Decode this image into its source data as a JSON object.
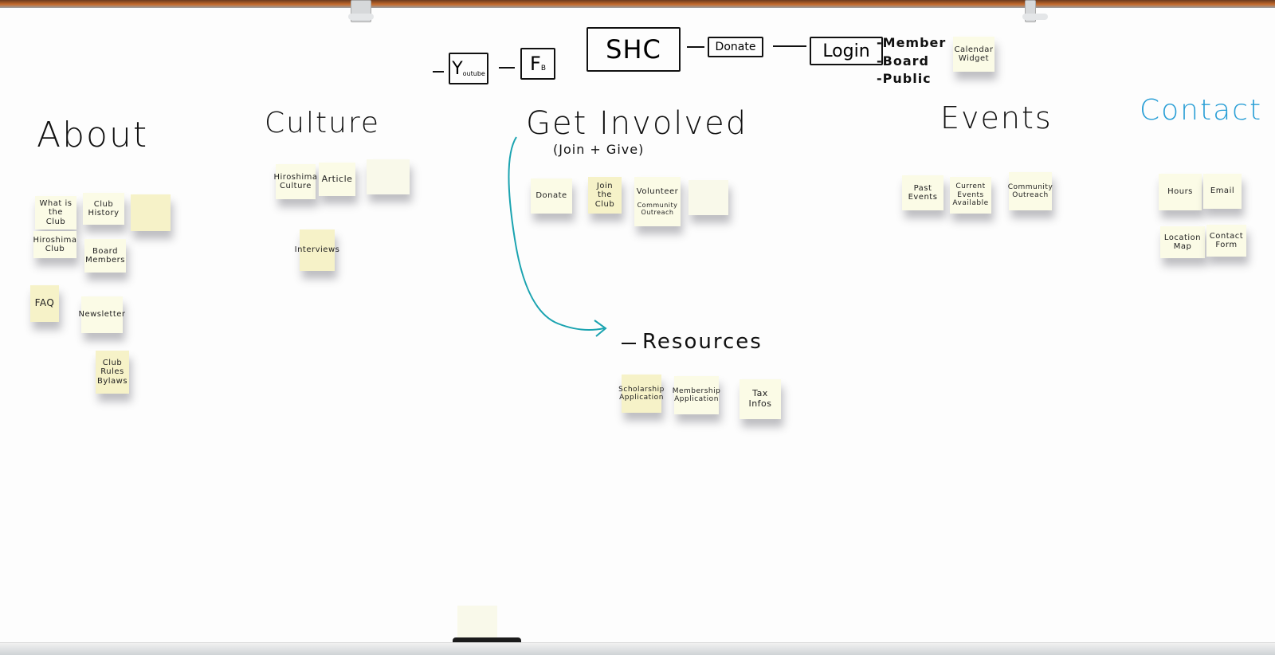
{
  "nav": {
    "youtube": "Y",
    "youtube_sub": "outube",
    "facebook": "F",
    "facebook_sub": "B",
    "site": "SHC",
    "donate": "Donate",
    "login": "Login",
    "login_options": [
      "Member",
      "Board",
      "Public"
    ],
    "calendar_note": "Calendar Widget"
  },
  "sections": {
    "about": {
      "title": "About",
      "notes": [
        "What is the Club",
        "Club History",
        "FAQ",
        "Hiroshima Club",
        "Board Members",
        "Newsletter",
        "Club Rules Bylaws"
      ]
    },
    "culture": {
      "title": "Culture",
      "notes": [
        "Hiroshima Culture",
        "Article",
        "Interviews"
      ]
    },
    "get_involved": {
      "title": "Get Involved",
      "subtitle": "(Join + Give)",
      "notes": [
        "Donate",
        "Join the Club",
        "Volunteer",
        "Community Outreach"
      ]
    },
    "resources": {
      "title": "Resources",
      "notes": [
        "Scholarship Application",
        "Membership Application",
        "Tax Infos"
      ]
    },
    "events": {
      "title": "Events",
      "notes": [
        "Past Events",
        "Current Events Available",
        "Community Outreach"
      ]
    },
    "contact": {
      "title": "Contact",
      "notes": [
        "Hours",
        "Email",
        "Location Map",
        "Contact Form"
      ]
    }
  },
  "colors": {
    "ink": "#111111",
    "accent_teal": "#1aa3b0",
    "contact_blue": "#2a9fd6",
    "note": "#fbfbe6"
  }
}
